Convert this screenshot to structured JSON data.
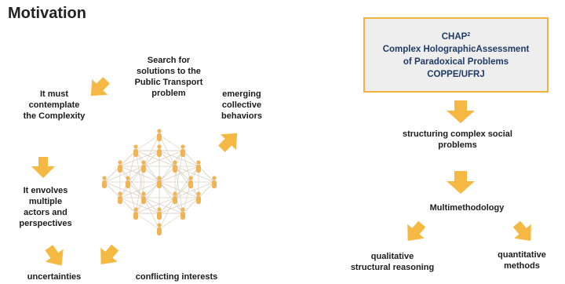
{
  "title": "Motivation",
  "left": {
    "search": "Search for\nsolutions to the\nPublic Transport\nproblem",
    "complexity": "It must\ncontemplate\nthe Complexity",
    "emerging": "emerging\ncollective\nbehaviors",
    "actors": "It envolves\nmultiple\nactors and\nperspectives",
    "uncertainties": "uncertainties",
    "conflicting": "conflicting interests"
  },
  "right": {
    "box": {
      "name": "CHAP",
      "sup": "2",
      "line2": "Complex HolographicAssessment",
      "line3": "of Paradoxical Problems",
      "line4": "COPPE/UFRJ"
    },
    "structuring": "structuring complex social\nproblems",
    "multimethodology": "Multimethodology",
    "qualitative": "qualitative\nstructural reasoning",
    "quantitative": "quantitative\nmethods"
  },
  "colors": {
    "arrow": "#f5b943",
    "people": "#f0b355",
    "network": "#d9d0c0",
    "box_border": "#f2b441",
    "box_text": "#1f3a64"
  }
}
